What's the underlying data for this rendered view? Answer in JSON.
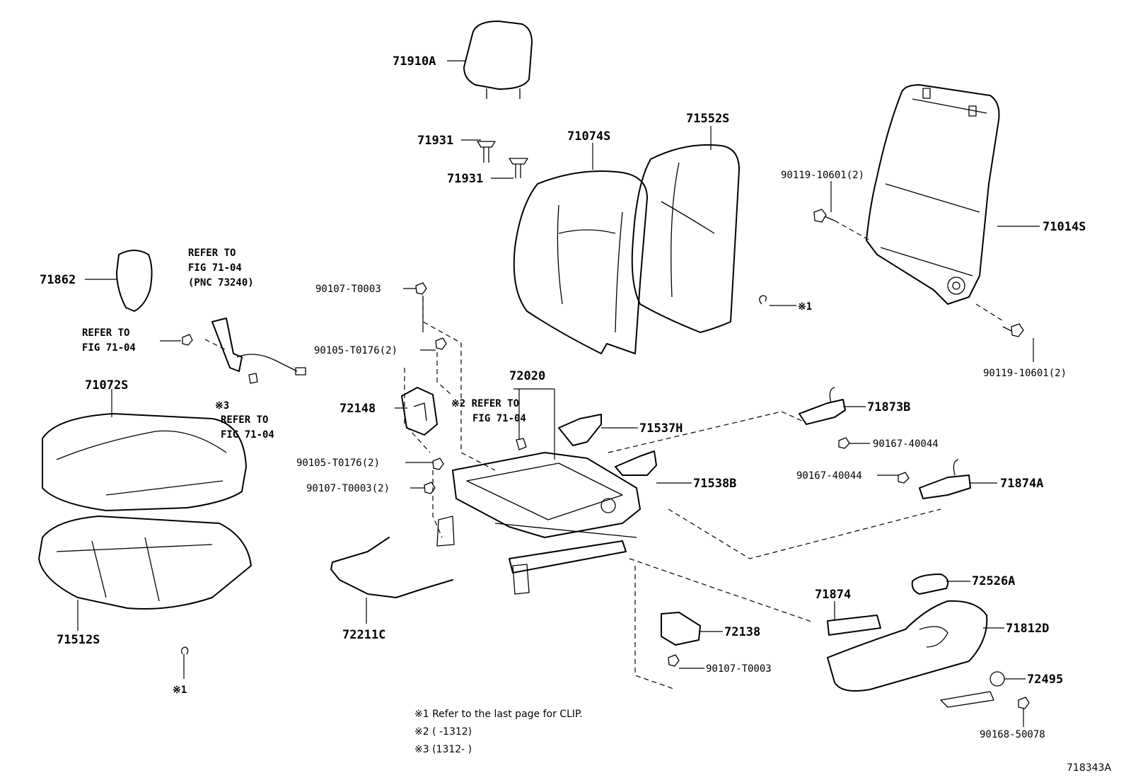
{
  "parts": {
    "p71910A": "71910A",
    "p71931a": "71931",
    "p71931b": "71931",
    "p71074S": "71074S",
    "p71552S": "71552S",
    "p90119a": "90119-10601(2)",
    "p71014S": "71014S",
    "p90119b": "90119-10601(2)",
    "p71862": "71862",
    "p90107a": "90107-T0003",
    "p90105a": "90105-T0176(2)",
    "p72148": "72148",
    "p72020": "72020",
    "p71537H": "71537H",
    "p71873B": "71873B",
    "p90167a": "90167-40044",
    "p90167b": "90167-40044",
    "p71874A": "71874A",
    "p71538B": "71538B",
    "p90105b": "90105-T0176(2)",
    "p90107b": "90107-T0003(2)",
    "p71072S": "71072S",
    "p71512S": "71512S",
    "p72211C": "72211C",
    "p71874": "71874",
    "p72526A": "72526A",
    "p72138": "72138",
    "p71812D": "71812D",
    "p90107c": "90107-T0003",
    "p72495": "72495",
    "p90168": "90168-50078"
  },
  "refs": {
    "r1_l1": "REFER TO",
    "r1_l2": "FIG 71-04",
    "r1_l3": "(PNC 73240)",
    "r2_l1": "REFER TO",
    "r2_l2": "FIG 71-04",
    "r3_mark": "※3",
    "r3_l1": "REFER TO",
    "r3_l2": "FIG 71-04",
    "r4_l1": "※2 REFER TO",
    "r4_l2": "FIG 71-04"
  },
  "marks": {
    "m_top": "※1",
    "m_bottom": "※1"
  },
  "notes": {
    "n1": "※1 Refer to the last page for CLIP.",
    "n2": "※2 (      -1312)",
    "n3": "※3 (1312-      )"
  },
  "figure_id": "718343A"
}
